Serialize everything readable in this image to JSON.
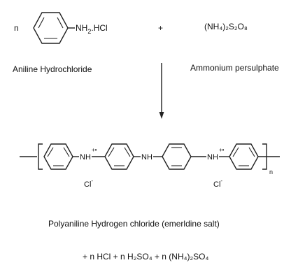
{
  "reactants": {
    "aniline_n": "n",
    "aniline_suffix_nh": "NH",
    "aniline_suffix_sub": "2",
    "aniline_suffix_salt": ".HCl",
    "aniline_name": "Aniline Hydrochloride",
    "plus": "+",
    "aps_formula": "(NH₄)₂S₂O₈",
    "aps_name": "Ammonium persulphate"
  },
  "product": {
    "nh_left": "NH",
    "nh_mid": "NH",
    "nh_right": "NH",
    "charge": "+•",
    "cl": "Cl",
    "cl_charge": "-",
    "repeat_n": "n",
    "name": "Polyaniline Hydrogen chloride (emerldine salt)"
  },
  "byproducts": {
    "text": "+ n HCl + n H₂SO₄ + n (NH₄)₂SO₄"
  }
}
